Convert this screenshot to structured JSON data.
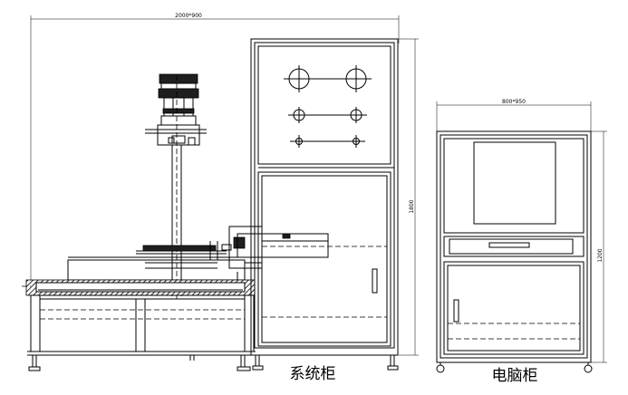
{
  "dimensions": {
    "overall_width": "2000*900",
    "system_cabinet_height": "1800",
    "computer_cabinet_width": "800*950",
    "computer_cabinet_height": "1200"
  },
  "labels": {
    "system_cabinet": "系统柜",
    "computer_cabinet": "电脑柜"
  }
}
